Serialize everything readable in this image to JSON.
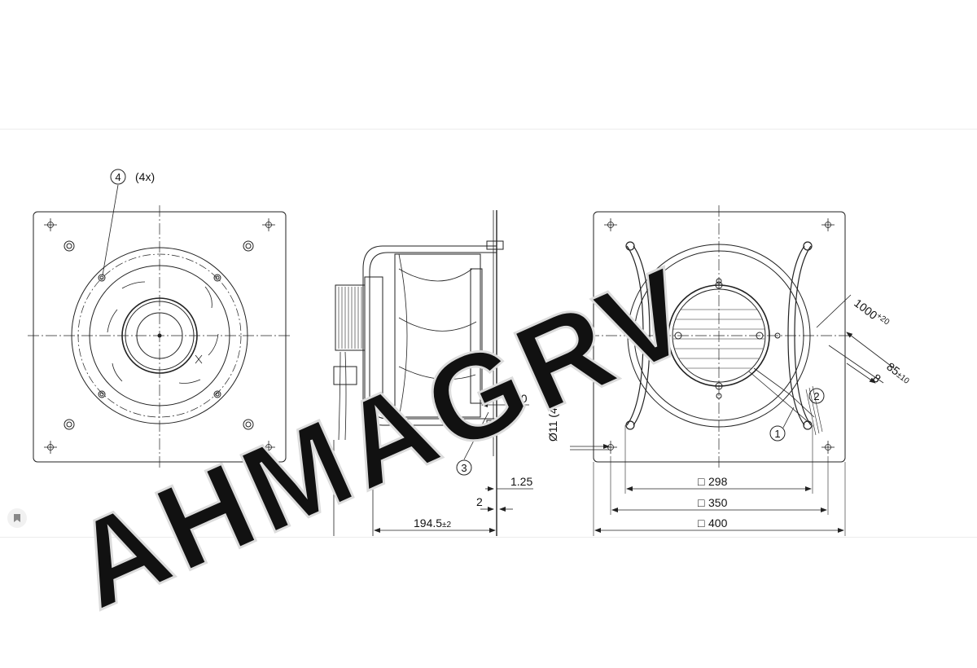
{
  "watermark": {
    "text": "AHMAGRV"
  },
  "front_view": {
    "callout_bolt": {
      "number": "4",
      "qty": "(4x)"
    }
  },
  "side_view": {
    "callout_flange": "3",
    "dims": {
      "flange_offset": "10",
      "thickness": "1.25",
      "gap": "2",
      "depth": "194.5",
      "depth_tol": "±2"
    }
  },
  "rear_view": {
    "hole_dim": "Ø11 (4x)",
    "cable_length": "1000",
    "cable_length_tol": "+20",
    "strip_length": "85",
    "strip_length_tol": "±10",
    "strip_end": "8",
    "callout_cable": "1",
    "callout_wires": "2",
    "dims": {
      "inner": "298",
      "mid": "350",
      "outer": "400"
    },
    "square_symbol": "□"
  },
  "toolbar": {
    "bookmark_icon": "bookmark-icon"
  }
}
